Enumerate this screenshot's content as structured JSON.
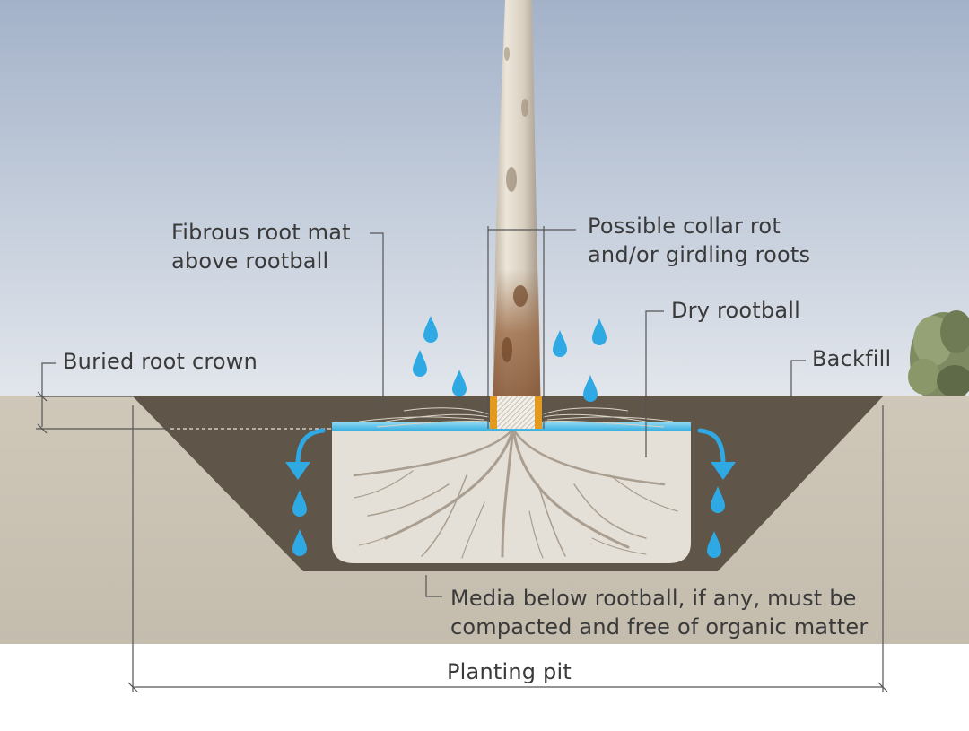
{
  "labels": {
    "fibrous_root_mat": [
      "Fibrous root mat",
      "above rootball"
    ],
    "collar_rot": [
      "Possible collar rot",
      "and/or girdling roots"
    ],
    "dry_rootball": "Dry rootball",
    "buried_root_crown": "Buried root crown",
    "backfill": "Backfill",
    "media_below": [
      "Media below rootball, if any, must be",
      "compacted and free of organic matter"
    ],
    "planting_pit": "Planting pit"
  },
  "colors": {
    "sky_top": "#a3b2c9",
    "sky_bottom": "#dde3ea",
    "ground": "#c9c1b2",
    "backfill": "#5f5548",
    "rootball": "#e4dfd7",
    "water": "#2ea9e4",
    "collar": "#e39a1f",
    "leader_line": "#555555"
  },
  "icons": [
    "water-drop-icon",
    "flow-arrow-icon",
    "tree-trunk",
    "shrub"
  ]
}
